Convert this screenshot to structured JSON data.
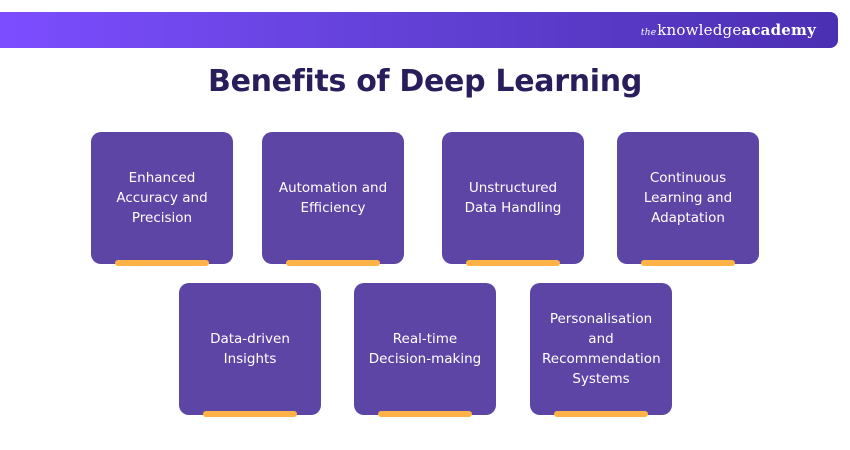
{
  "header": {
    "brand_prefix": "the",
    "brand_middle": "knowledge",
    "brand_suffix": "academy"
  },
  "title": "Benefits of Deep Learning",
  "benefits": [
    {
      "label": "Enhanced Accuracy and Precision"
    },
    {
      "label": "Automation and Efficiency"
    },
    {
      "label": "Unstructured Data Handling"
    },
    {
      "label": "Continuous Learning and Adaptation"
    },
    {
      "label": "Data-driven Insights"
    },
    {
      "label": "Real-time Decision-making"
    },
    {
      "label": "Personalisation and Recommendation Systems"
    }
  ],
  "colors": {
    "banner_start": "#7c4dff",
    "banner_end": "#4b2fb3",
    "title": "#2a1d5c",
    "card": "#5d45a5",
    "accent": "#ffb347"
  }
}
